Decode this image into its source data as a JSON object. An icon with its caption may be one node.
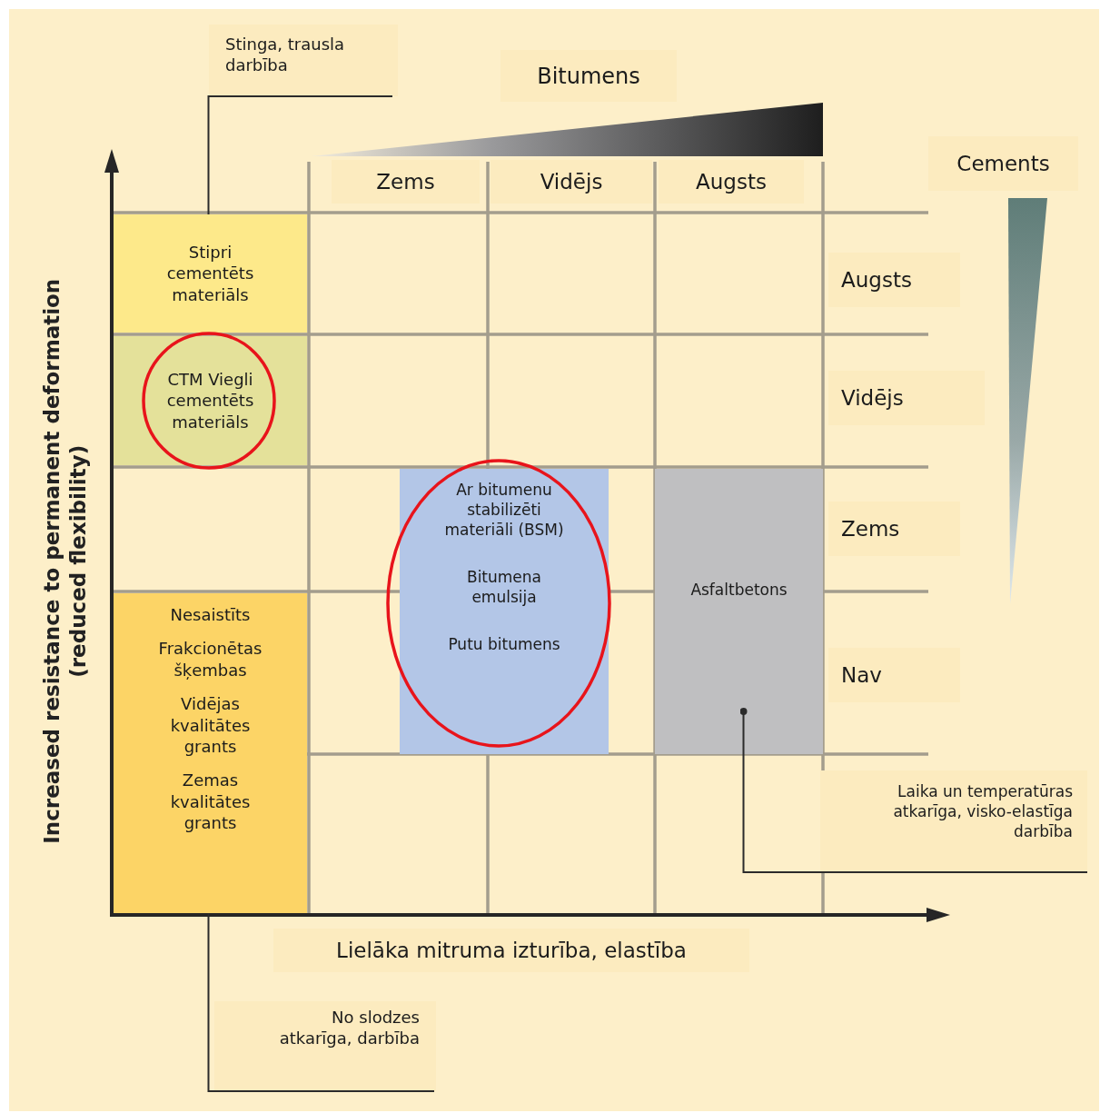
{
  "diagram": {
    "nodes": [
      {
        "text": [
          "Stinga, trausla darbība"
        ]
      },
      {
        "text": [
          "Stipri cementēts materiāls"
        ]
      },
      {
        "text": [
          "CTM Viegli cementēts materiāls"
        ]
      },
      {
        "text": [
          "Nesaistīts",
          "Frakcionētas šķembas",
          "Vidējas kvalitātes grants",
          "Zemas kvalitātes grants"
        ]
      },
      {
        "text": [
          "No slodzes atkarīga, darbība"
        ]
      },
      {
        "text": [
          "Ar bitumenu stabilizēti materiāli (BSM)",
          "Bitumena emulsija",
          "Putu bitumens"
        ]
      },
      {
        "text": [
          "Asfaltbetons"
        ]
      },
      {
        "text": [
          "Laika un temperatūras atkarīga, visko-elastīga darbība"
        ]
      },
      {
        "text": [],
        "shape": "triangle"
      },
      {
        "text": [],
        "shape": "triangle"
      }
    ],
    "edges": [
      {
        "from": 0,
        "to": 1,
        "arrow": "none"
      },
      {
        "from": 4,
        "to": 3,
        "arrow": "none"
      },
      {
        "from": 7,
        "to": 6,
        "arrow": "other"
      }
    ],
    "labels": [
      "Bitumens",
      "Zems",
      "Vidējs",
      "Augsts",
      "Cements",
      "Augsts",
      "Vidējs",
      "Zems",
      "Nav",
      "Increased resistance to permanent deformation (reduced flexibility)",
      "Lielāka mitruma izturība, elastība"
    ]
  }
}
